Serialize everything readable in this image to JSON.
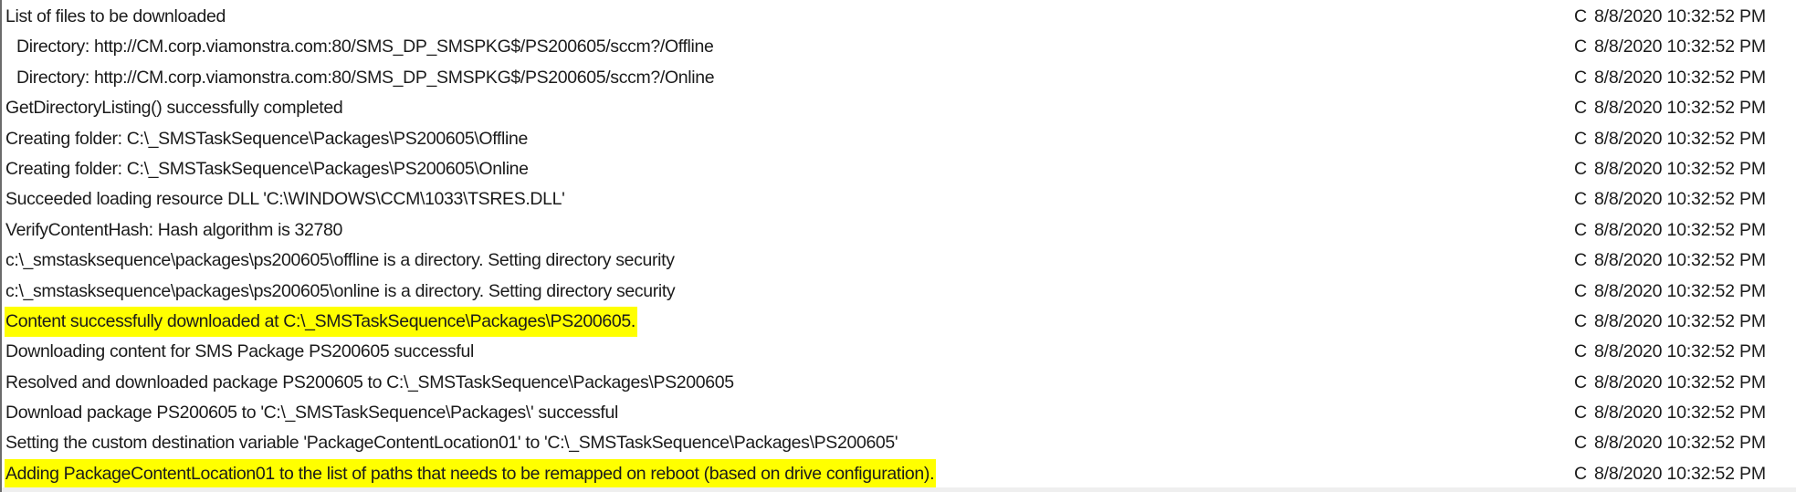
{
  "log": {
    "highlight_color": "#ffff00",
    "rows": [
      {
        "message": "List of files to be downloaded",
        "component": "C",
        "time": "8/8/2020 10:32:52 PM",
        "indent": false,
        "highlight": false
      },
      {
        "message": "Directory: http://CM.corp.viamonstra.com:80/SMS_DP_SMSPKG$/PS200605/sccm?/Offline",
        "component": "C",
        "time": "8/8/2020 10:32:52 PM",
        "indent": true,
        "highlight": false
      },
      {
        "message": "Directory: http://CM.corp.viamonstra.com:80/SMS_DP_SMSPKG$/PS200605/sccm?/Online",
        "component": "C",
        "time": "8/8/2020 10:32:52 PM",
        "indent": true,
        "highlight": false
      },
      {
        "message": "GetDirectoryListing() successfully completed",
        "component": "C",
        "time": "8/8/2020 10:32:52 PM",
        "indent": false,
        "highlight": false
      },
      {
        "message": "Creating folder: C:\\_SMSTaskSequence\\Packages\\PS200605\\Offline",
        "component": "C",
        "time": "8/8/2020 10:32:52 PM",
        "indent": false,
        "highlight": false
      },
      {
        "message": "Creating folder: C:\\_SMSTaskSequence\\Packages\\PS200605\\Online",
        "component": "C",
        "time": "8/8/2020 10:32:52 PM",
        "indent": false,
        "highlight": false
      },
      {
        "message": "Succeeded loading resource DLL 'C:\\WINDOWS\\CCM\\1033\\TSRES.DLL'",
        "component": "C",
        "time": "8/8/2020 10:32:52 PM",
        "indent": false,
        "highlight": false
      },
      {
        "message": "VerifyContentHash: Hash algorithm is 32780",
        "component": "C",
        "time": "8/8/2020 10:32:52 PM",
        "indent": false,
        "highlight": false
      },
      {
        "message": "c:\\_smstasksequence\\packages\\ps200605\\offline is a directory. Setting directory security",
        "component": "C",
        "time": "8/8/2020 10:32:52 PM",
        "indent": false,
        "highlight": false
      },
      {
        "message": "c:\\_smstasksequence\\packages\\ps200605\\online is a directory. Setting directory security",
        "component": "C",
        "time": "8/8/2020 10:32:52 PM",
        "indent": false,
        "highlight": false
      },
      {
        "message": "Content successfully downloaded at C:\\_SMSTaskSequence\\Packages\\PS200605.",
        "component": "C",
        "time": "8/8/2020 10:32:52 PM",
        "indent": false,
        "highlight": true
      },
      {
        "message": "Downloading content for SMS Package PS200605 successful",
        "component": "C",
        "time": "8/8/2020 10:32:52 PM",
        "indent": false,
        "highlight": false
      },
      {
        "message": "Resolved and downloaded package PS200605 to C:\\_SMSTaskSequence\\Packages\\PS200605",
        "component": "C",
        "time": "8/8/2020 10:32:52 PM",
        "indent": false,
        "highlight": false
      },
      {
        "message": "Download package PS200605 to 'C:\\_SMSTaskSequence\\Packages\\' successful",
        "component": "C",
        "time": "8/8/2020 10:32:52 PM",
        "indent": false,
        "highlight": false
      },
      {
        "message": "Setting the custom destination variable 'PackageContentLocation01' to 'C:\\_SMSTaskSequence\\Packages\\PS200605'",
        "component": "C",
        "time": "8/8/2020 10:32:52 PM",
        "indent": false,
        "highlight": false
      },
      {
        "message": "Adding PackageContentLocation01 to the list of paths that needs to be remapped on reboot (based on drive configuration).",
        "component": "C",
        "time": "8/8/2020 10:32:52 PM",
        "indent": false,
        "highlight": true
      }
    ]
  }
}
